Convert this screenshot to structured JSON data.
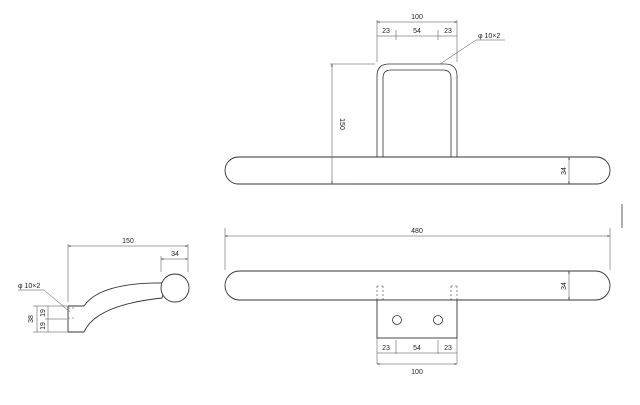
{
  "top_view": {
    "dim_width": "100",
    "dim_left": "23",
    "dim_mid": "54",
    "dim_right": "23",
    "pipe_label": "φ 10×2",
    "dim_height": "150",
    "dim_bar": "34"
  },
  "front_view": {
    "dim_length": "480",
    "dim_bar": "34",
    "dim_left": "23",
    "dim_mid": "54",
    "dim_right": "23",
    "dim_width": "100"
  },
  "side_view": {
    "dim_length": "150",
    "dim_knob": "34",
    "pipe_label": "φ 10×2",
    "dim_total": "38",
    "dim_upper": "19",
    "dim_lower": "19"
  }
}
